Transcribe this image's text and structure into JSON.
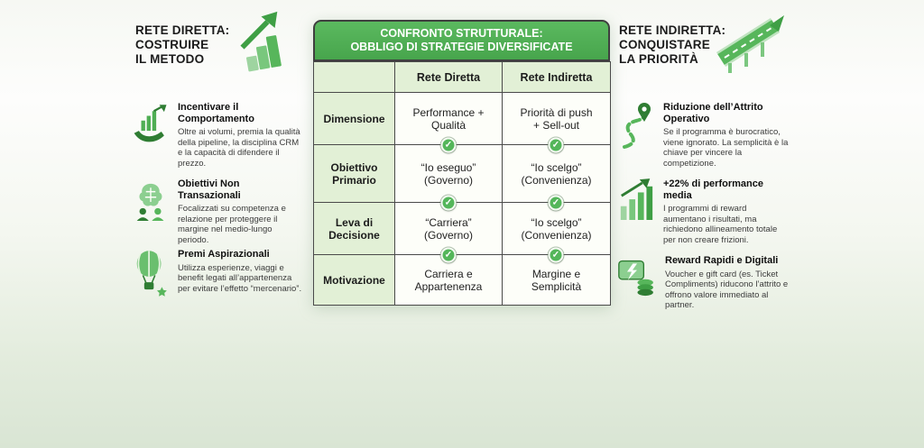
{
  "left_panel": {
    "title": "RETE DIRETTA:\nCOSTRUIRE\nIL METODO",
    "items": [
      {
        "icon": "hand-chart-icon",
        "title": "Incentivare il\nComportamento",
        "text": "Oltre ai volumi, premia la qualità della pipeline, la disciplina CRM e la capacità di difendere il prezzo."
      },
      {
        "icon": "brain-team-icon",
        "title": "Obiettivi Non\nTransazionali",
        "text": "Focalizzati su competenza e relazione per proteggere il margine nel medio-lungo periodo."
      },
      {
        "icon": "hot-air-balloon-icon",
        "title": "Premi Aspirazionali",
        "text": "Utilizza esperienze, viaggi e benefit legati all’appartenenza per evitare l’effetto “mercenario”."
      }
    ]
  },
  "table": {
    "title": "CONFRONTO STRUTTURALE:\nOBBLIGO DI STRATEGIE DIVERSIFICATE",
    "columns": [
      "Rete Diretta",
      "Rete Indiretta"
    ],
    "rows": [
      {
        "label": "Dimensione",
        "direct": "Performance +\nQualità",
        "indirect": "Priorità di push\n+ Sell-out"
      },
      {
        "label": "Obiettivo\nPrimario",
        "direct": "“Io eseguo”\n(Governo)",
        "indirect": "“Io scelgo”\n(Convenienza)"
      },
      {
        "label": "Leva di\nDecisione",
        "direct": "“Carriera”\n(Governo)",
        "indirect": "“Io scelgo”\n(Convenienza)"
      },
      {
        "label": "Motivazione",
        "direct": "Carriera e\nAppartenenza",
        "indirect": "Margine e\nSemplicità"
      }
    ]
  },
  "right_panel": {
    "title": "RETE INDIRETTA:\nCONQUISTARE\nLA PRIORITÀ",
    "items": [
      {
        "icon": "route-pin-icon",
        "title": "Riduzione dell’Attrito\nOperativo",
        "text": "Se il programma è burocratico, viene ignorato. La semplicità è la chiave per vincere la competizione."
      },
      {
        "icon": "bar-chart-up-icon",
        "title": "+22% di performance\nmedia",
        "text": "I programmi di reward aumentano i risultati, ma richiedono allineamento totale per non creare frizioni."
      },
      {
        "icon": "card-coins-icon",
        "title": "Reward Rapidi e Digitali",
        "text": "Voucher e gift card (es. Ticket Compliments) riducono l’attrito e offrono valore immediato al partner."
      }
    ]
  },
  "icons": {
    "left_header": "stairs-growth-icon",
    "right_header": "highway-icon",
    "table_check": "check-icon"
  },
  "colors": {
    "accent_green": "#4caf50",
    "table_header_bg": "#47a54c",
    "light_green_cell": "#e2f0d6",
    "check_green": "#54b65a",
    "border_dark": "#4a4a4a",
    "text_dark": "#1b1b1b"
  }
}
